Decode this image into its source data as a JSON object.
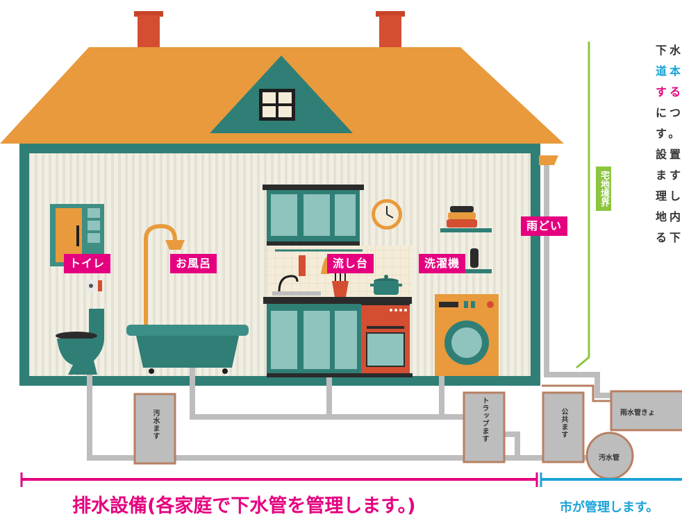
{
  "labels": {
    "toilet": "トイレ",
    "bath": "お風呂",
    "sink": "流し台",
    "washer": "洗濯機",
    "gutter": "雨どい",
    "boundary": "宅地境界",
    "sewage_basin": "汚水ます",
    "trap_basin": "トラップます",
    "public_basin": "公共ます",
    "storm_pipe": "雨水管きょ",
    "sewer_pipe": "汚水管"
  },
  "side_text": {
    "lines": [
      {
        "text": "下水",
        "color": "#333333"
      },
      {
        "text": "道本",
        "color": "#1aa3d9"
      },
      {
        "text": "する",
        "color": "#e5007f"
      },
      {
        "text": "につ",
        "color": "#333333"
      },
      {
        "text": "す。",
        "color": "#333333"
      },
      {
        "text": "設置",
        "color": "#333333"
      },
      {
        "text": "ます",
        "color": "#333333"
      },
      {
        "text": "理し",
        "color": "#333333"
      },
      {
        "text": "地内",
        "color": "#333333"
      },
      {
        "text": "る下",
        "color": "#333333"
      }
    ]
  },
  "bottom": {
    "household": "排水設備(各家庭で下水管を管理します。)",
    "city": "市が管理します。"
  },
  "colors": {
    "magenta": "#e5007f",
    "cyan": "#1aa3d9",
    "roof": "#e89a3c",
    "teal": "#2f7f76",
    "chimney": "#d44e32",
    "pipe": "#bdbdbd",
    "boundary_green": "#8cc63f"
  }
}
